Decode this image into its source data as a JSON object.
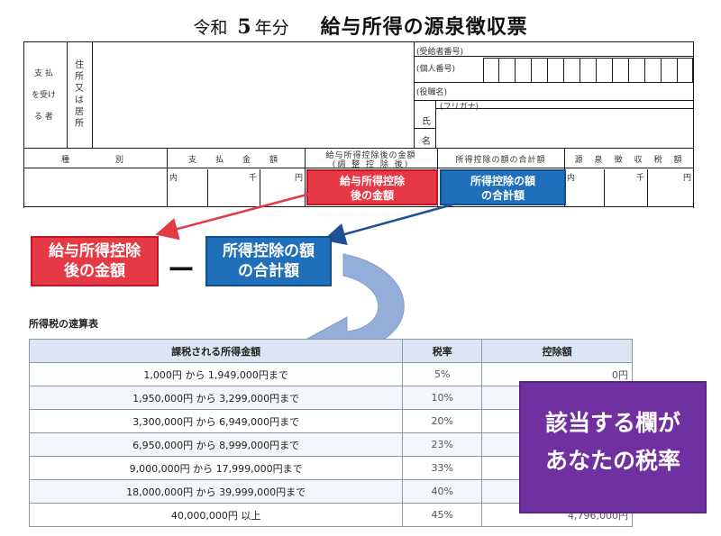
{
  "title": {
    "era": "令和",
    "year": "5",
    "year_suffix": "年分",
    "main": "給与所得の源泉徴収票"
  },
  "form": {
    "payer_label": [
      "支 払",
      "を受け",
      "る 者"
    ],
    "address_label": "住所又は居所",
    "recipient_no": "(受給者番号)",
    "personal_no": "(個人番号)",
    "position": "(役職名)",
    "furigana": "(フリガナ)",
    "name_label_1": "氏",
    "name_label_2": "名",
    "headers": {
      "type": "種　　　別",
      "payment": "支　払　金　額",
      "after_deduction_1": "給与所得控除後の金額",
      "after_deduction_2": "(調 整 控 除 後)",
      "total_deduction": "所得控除の額の合計額",
      "withholding": "源　泉　徴　収　税　額"
    },
    "unit_inner": "内",
    "unit_thousand": "千",
    "unit_yen": "円"
  },
  "callouts": {
    "red_small": [
      "給与所得控除",
      "後の金額"
    ],
    "blue_small": [
      "所得控除の額",
      "の合計額"
    ],
    "red_big": [
      "給与所得控除",
      "後の金額"
    ],
    "minus": "ー",
    "blue_big": [
      "所得控除の額",
      "の合計額"
    ],
    "purple": [
      "該当する欄が",
      "あなたの税率"
    ]
  },
  "rate_table": {
    "caption": "所得税の速算表",
    "headers": [
      "課税される所得金額",
      "税率",
      "控除額"
    ],
    "rows": [
      {
        "income": "1,000円 から 1,949,000円まで",
        "rate": "5%",
        "deduction": "0円"
      },
      {
        "income": "1,950,000円 から 3,299,000円まで",
        "rate": "10%",
        "deduction": ""
      },
      {
        "income": "3,300,000円 から 6,949,000円まで",
        "rate": "20%",
        "deduction": ""
      },
      {
        "income": "6,950,000円 から 8,999,000円まで",
        "rate": "23%",
        "deduction": ""
      },
      {
        "income": "9,000,000円 から 17,999,000円まで",
        "rate": "33%",
        "deduction": ""
      },
      {
        "income": "18,000,000円 から 39,999,000円まで",
        "rate": "40%",
        "deduction": ""
      },
      {
        "income": "40,000,000円 以上",
        "rate": "45%",
        "deduction": "4,796,000円"
      }
    ]
  },
  "colors": {
    "red": "#e63946",
    "blue": "#1f6fbb",
    "purple": "#7030a0",
    "arrow": "#8fa9d8",
    "table_header": "#dce6f2"
  }
}
